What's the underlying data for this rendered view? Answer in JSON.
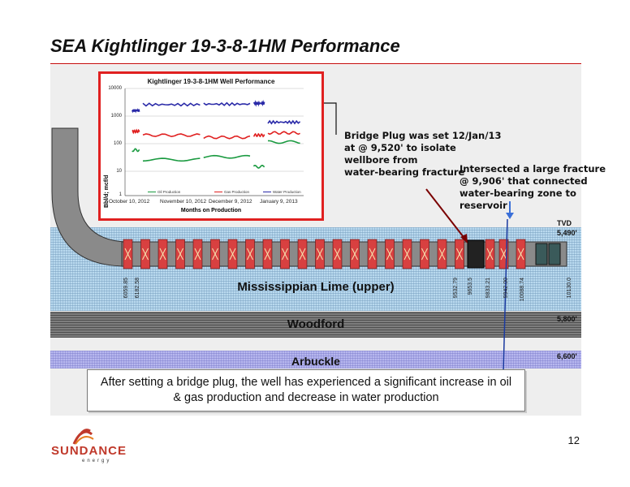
{
  "slide": {
    "title": "SEA Kightlinger 19-3-8-1HM Performance",
    "page_number": "12"
  },
  "chart": {
    "title": "Kightlinger 19-3-8-1HM Well Performance",
    "ylabel": "Bbl/d; mcf/d",
    "xlabel": "Months on Production",
    "yticks": [
      "10000",
      "1000",
      "100",
      "10",
      "1"
    ],
    "xticks": [
      "October 10, 2012",
      "November 10, 2012",
      "December 9, 2012",
      "January 9, 2013"
    ],
    "legend": [
      "Oil Production",
      "Gas Production",
      "Water Production"
    ],
    "colors": {
      "oil": "#1a9a40",
      "gas": "#e02020",
      "water": "#2a2aa8"
    }
  },
  "chart_data": {
    "type": "line",
    "title": "Kightlinger 19-3-8-1HM Well Performance",
    "xlabel": "Months on Production",
    "ylabel": "Bbl/d; mcf/d",
    "yscale": "log",
    "ylim": [
      1,
      10000
    ],
    "x_ticks": [
      "October 10, 2012",
      "November 10, 2012",
      "December 9, 2012",
      "January 9, 2013"
    ],
    "series": [
      {
        "name": "Water Production",
        "color": "#2a2aa8",
        "values": [
          {
            "period": "early",
            "y": 1500
          },
          {
            "period": "Oct-Nov 2012",
            "y": 2500
          },
          {
            "period": "Nov-Dec 2012",
            "y": 2600
          },
          {
            "period": "Dec 2012-Jan 2013",
            "y": 2800
          },
          {
            "period": "after bridge plug",
            "y": 550
          }
        ]
      },
      {
        "name": "Gas Production",
        "color": "#e02020",
        "values": [
          {
            "period": "early",
            "y": 250
          },
          {
            "period": "Oct-Nov 2012",
            "y": 180
          },
          {
            "period": "Nov-Dec 2012",
            "y": 150
          },
          {
            "period": "Dec 2012-Jan 2013",
            "y": 180
          },
          {
            "period": "after bridge plug",
            "y": 220
          }
        ]
      },
      {
        "name": "Oil Production",
        "color": "#1a9a40",
        "values": [
          {
            "period": "early",
            "y": 50
          },
          {
            "period": "Oct-Nov 2012",
            "y": 22
          },
          {
            "period": "Nov-Dec 2012",
            "y": 28
          },
          {
            "period": "Dec 2012-Jan 2013",
            "y": 12
          },
          {
            "period": "after bridge plug",
            "y": 100
          }
        ]
      }
    ]
  },
  "annotations": {
    "bridge_plug": [
      "Bridge Plug was set 12/Jan/13",
      "at @ 9,520' to isolate",
      "wellbore from",
      "water-bearing fracture"
    ],
    "fracture": [
      "Intersected a large fracture",
      "@ 9,906' that connected",
      "water-bearing zone to",
      "reservoir"
    ]
  },
  "formations": {
    "mississippian": "Mississippian Lime (upper)",
    "woodford": "Woodford",
    "arbuckle": "Arbuckle"
  },
  "tvd": {
    "label": "TVD",
    "top": "5,490'",
    "woodford": "5,800'",
    "arbuckle": "6,600'"
  },
  "depth_labels": {
    "left": [
      "6059.85",
      "6182.58"
    ],
    "right": [
      "9532.79",
      "9653.5",
      "9833.21",
      "9942.00",
      "10088.74",
      "10130.0"
    ]
  },
  "callout": "After setting a bridge plug, the well has experienced a significant increase in oil & gas production and decrease in water production",
  "logo": {
    "name": "SUNDANCE",
    "sub": "energy"
  }
}
